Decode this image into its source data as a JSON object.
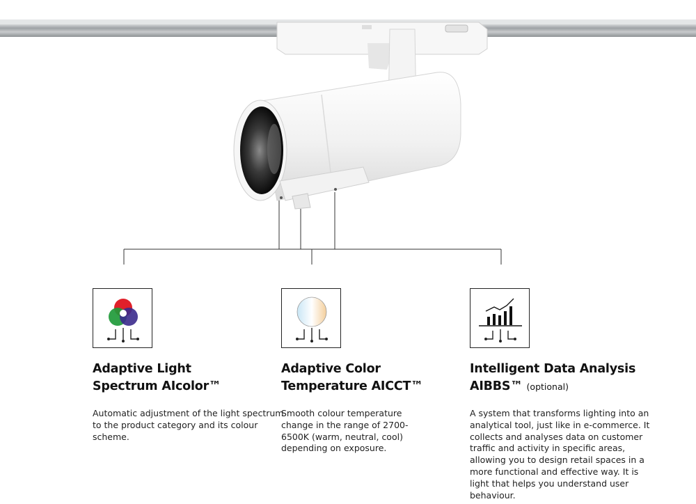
{
  "features": [
    {
      "icon": "rgb-spectrum-icon",
      "title_line1": "Adaptive Light",
      "title_line2": "Spectrum AIcolor™",
      "optional": "",
      "description": "Automatic adjustment of the light spectrum to the product category and its colour scheme."
    },
    {
      "icon": "color-temperature-icon",
      "title_line1": "Adaptive Color",
      "title_line2": "Temperature AICCT™",
      "optional": "",
      "description": "Smooth colour temperature change in the range of 2700-6500K (warm, neutral, cool) depending on exposure."
    },
    {
      "icon": "data-analysis-chart-icon",
      "title_line1": "Intelligent Data Analysis",
      "title_line2": "AIBBS™",
      "optional": "(optional)",
      "description": "A system that transforms lighting into an analytical tool, just like in e-commerce. It collects and analyses data on customer traffic and activity in specific areas, allowing you to design retail spaces in a more functional and effective way. It is light that helps you understand user behaviour."
    }
  ],
  "colors": {
    "text": "#111111",
    "lines": "#333333",
    "fixture": "#f2f2f2",
    "track": "#a9acae"
  }
}
